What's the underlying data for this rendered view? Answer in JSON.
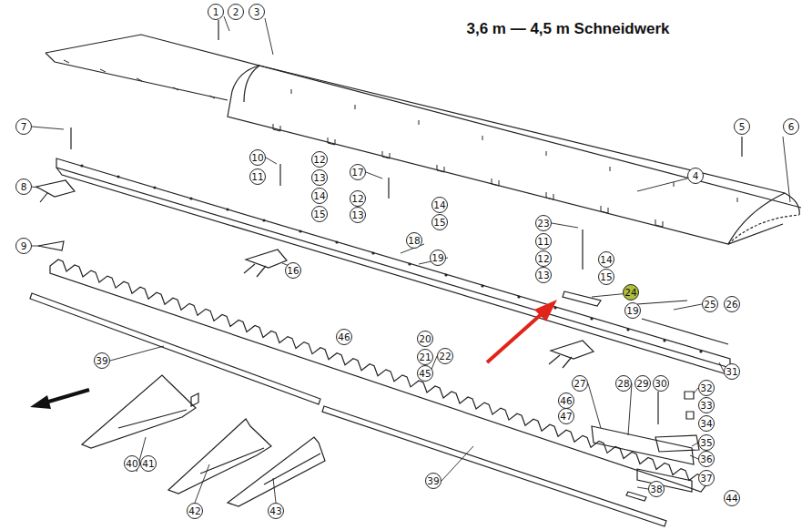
{
  "diagram": {
    "title": "3,6 m — 4,5 m Schneidwerk",
    "labels": [
      "1",
      "2",
      "3",
      "7",
      "5",
      "6",
      "10",
      "12",
      "11",
      "17",
      "4",
      "13",
      "8",
      "14",
      "12",
      "14",
      "15",
      "13",
      "15",
      "23",
      "18",
      "11",
      "9",
      "19",
      "12",
      "14",
      "16",
      "13",
      "15",
      "24",
      "25",
      "26",
      "19",
      "46",
      "20",
      "22",
      "21",
      "39",
      "31",
      "45",
      "27",
      "28",
      "29",
      "30",
      "32",
      "46",
      "33",
      "47",
      "34",
      "35",
      "36",
      "40",
      "41",
      "37",
      "39",
      "38",
      "44",
      "42",
      "43"
    ]
  }
}
